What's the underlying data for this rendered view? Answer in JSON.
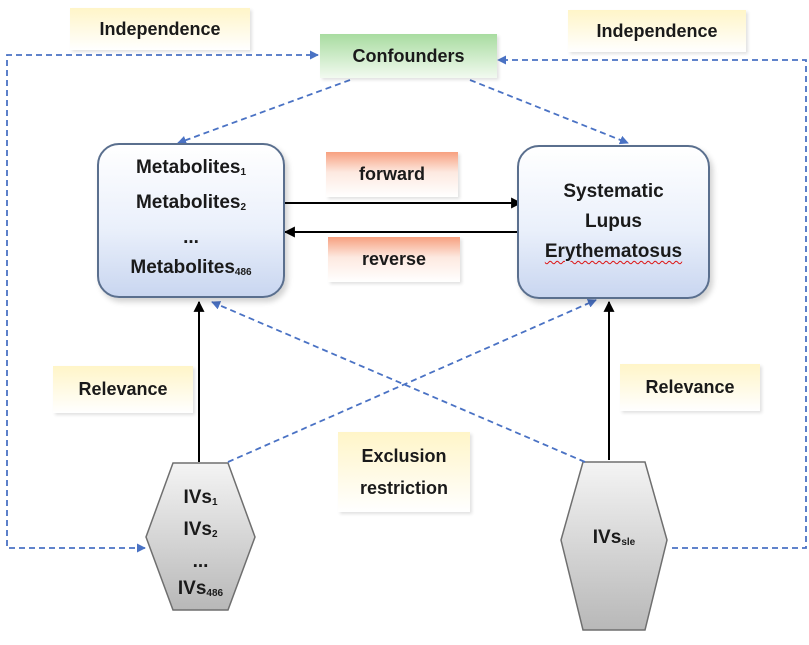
{
  "labels": {
    "independence_left": "Independence",
    "independence_right": "Independence",
    "confounders": "Confounders",
    "forward": "forward",
    "reverse": "reverse",
    "relevance_left": "Relevance",
    "relevance_right": "Relevance",
    "exclusion_line1": "Exclusion",
    "exclusion_line2": "restriction"
  },
  "metabolites_box": {
    "base": "Metabolites",
    "sub1": "1",
    "sub2": "2",
    "ellipsis": "...",
    "sub3": "486"
  },
  "sle_box": {
    "line1": "Systematic",
    "line2": "Lupus",
    "line3": "Erythematosus"
  },
  "ivs_left": {
    "base": "IVs",
    "sub1": "1",
    "sub2": "2",
    "ellipsis": "...",
    "sub3": "486"
  },
  "ivs_right": {
    "base": "IVs",
    "sub": "sle"
  },
  "colors": {
    "dashed_arrow": "#4a72c4",
    "solid_arrow": "#000000",
    "box_border": "#5a6f8e",
    "hex_fill_top": "#f2f2f2",
    "hex_fill_bottom": "#bdbdbd"
  }
}
